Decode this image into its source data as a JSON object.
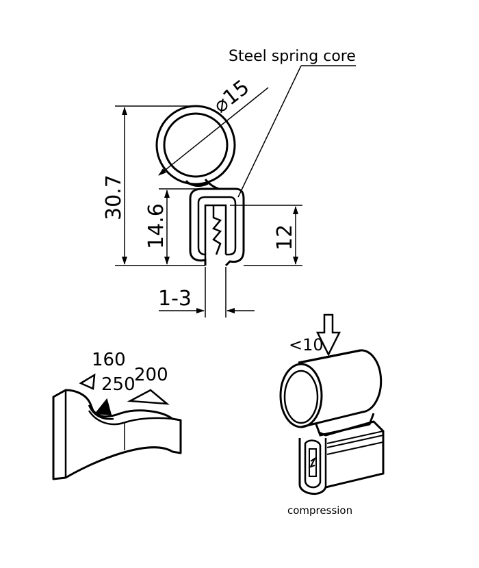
{
  "labels": {
    "core": "Steel spring core",
    "diameter": "⌀15",
    "height_total": "30.7",
    "height_profile": "14.6",
    "height_inner": "12",
    "grip_range": "1-3",
    "force_low": "160",
    "force_mid": "250",
    "force_high": "200",
    "compression_value": "<10",
    "compression_caption": "compression"
  }
}
